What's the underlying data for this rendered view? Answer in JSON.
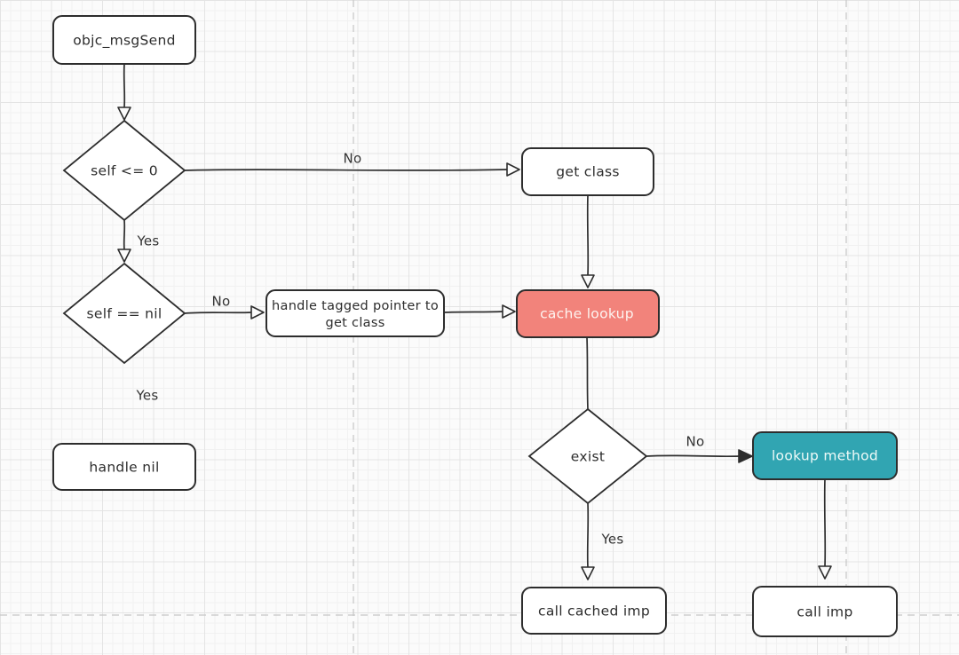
{
  "canvas": {
    "background": "#fbfbfb",
    "grid_minor_color": "#f1f1f1",
    "grid_major_color": "#e4e4e4",
    "guide_color": "#c6c6c6",
    "stroke_color": "#2d2d2d"
  },
  "nodes": {
    "objc_msgsend": {
      "label": "objc_msgSend",
      "type": "process"
    },
    "self_lte_0": {
      "label": "self <= 0",
      "type": "decision"
    },
    "get_class": {
      "label": "get class",
      "type": "process"
    },
    "self_eq_nil": {
      "label": "self == nil",
      "type": "decision"
    },
    "handle_tagged": {
      "label_line1": "handle tagged pointer to",
      "label_line2": "get class",
      "type": "process"
    },
    "cache_lookup": {
      "label": "cache lookup",
      "type": "process",
      "fill": "#F2837B",
      "text_color": "#FDF4F0"
    },
    "handle_nil": {
      "label": "handle nil",
      "type": "process"
    },
    "exist": {
      "label": "exist",
      "type": "decision"
    },
    "lookup_method": {
      "label": "lookup method",
      "type": "process",
      "fill": "#31A5B2",
      "text_color": "#EEFAF8"
    },
    "call_cached_imp": {
      "label": "call cached imp",
      "type": "process"
    },
    "call_imp": {
      "label": "call imp",
      "type": "process"
    }
  },
  "edge_labels": {
    "self_lte_0_no": "No",
    "self_lte_0_yes": "Yes",
    "self_eq_nil_no": "No",
    "self_eq_nil_yes": "Yes",
    "exist_no": "No",
    "exist_yes": "Yes"
  }
}
